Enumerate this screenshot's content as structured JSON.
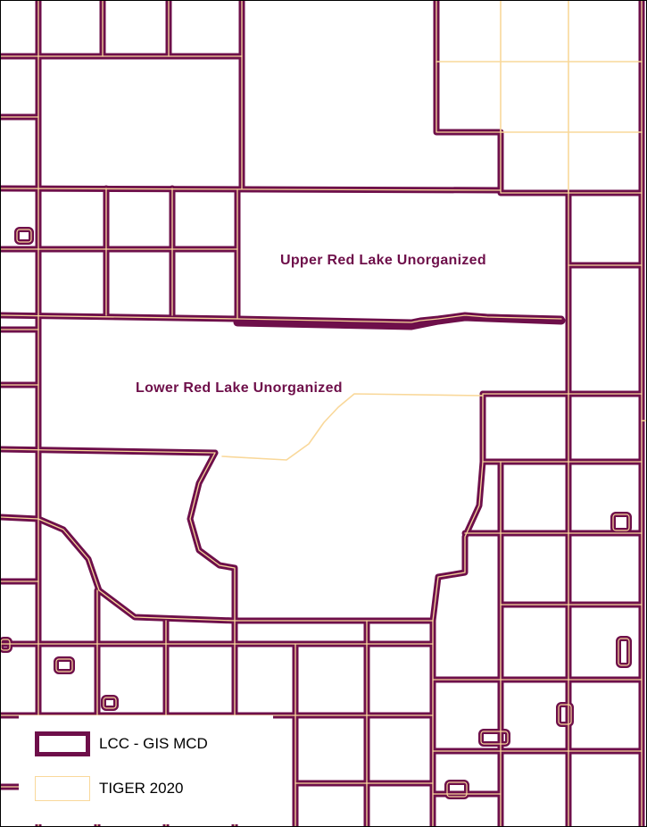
{
  "colors": {
    "lcc": "#6e0f4a",
    "tiger": "#f9d89a",
    "background": "#ffffff",
    "label": "#6e0f4a"
  },
  "labels": {
    "upper": "Upper Red Lake Unorganized",
    "lower": "Lower Red Lake Unorganized"
  },
  "legend": {
    "items": [
      {
        "label": "LCC - GIS MCD",
        "symbol": "thick-outline"
      },
      {
        "label": "TIGER 2020",
        "symbol": "thin-outline"
      }
    ]
  }
}
